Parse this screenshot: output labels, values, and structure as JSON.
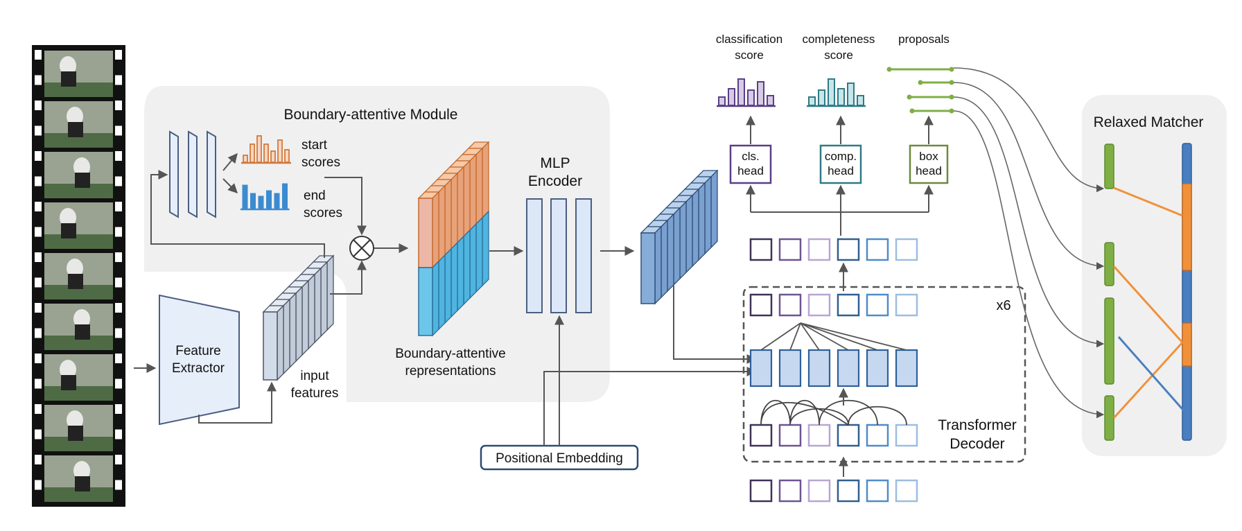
{
  "labels": {
    "boundary_module": "Boundary-attentive Module",
    "start_scores": [
      "start",
      "scores"
    ],
    "end_scores": [
      "end",
      "scores"
    ],
    "feature_extractor": [
      "Feature",
      "Extractor"
    ],
    "input_features": [
      "input",
      "features"
    ],
    "boundary_repr": [
      "Boundary-attentive",
      "representations"
    ],
    "mlp_encoder": [
      "MLP",
      "Encoder"
    ],
    "positional_embedding": "Positional Embedding",
    "classification_score": [
      "classification",
      "score"
    ],
    "completeness_score": [
      "completeness",
      "score"
    ],
    "proposals": "proposals",
    "cls_head": [
      "cls.",
      "head"
    ],
    "comp_head": [
      "comp.",
      "head"
    ],
    "box_head": [
      "box",
      "head"
    ],
    "repeat": "x6",
    "transformer_decoder": [
      "Transformer",
      "Decoder"
    ],
    "relaxed_matcher": "Relaxed Matcher"
  },
  "colors": {
    "start_orange": "#d4793a",
    "end_blue": "#3b8bd0",
    "green": "#7fae45",
    "matcher_orange": "#f0913a",
    "matcher_blue": "#4a7fbf",
    "query_palette": [
      "#3f3157",
      "#6e5491",
      "#b7a6d0",
      "#2f5f8f",
      "#4f8cc9",
      "#9dbde0"
    ]
  }
}
